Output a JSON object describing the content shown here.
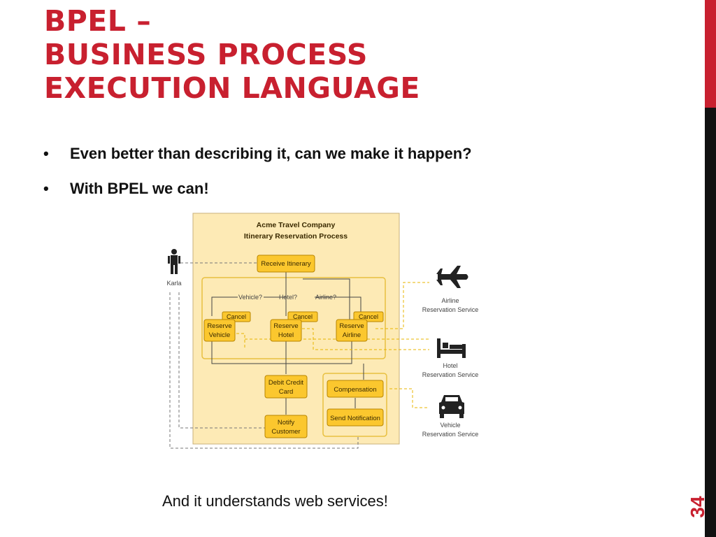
{
  "slide": {
    "title_lines": [
      "BPEL –",
      "BUSINESS PROCESS",
      "EXECUTION LANGUAGE"
    ],
    "bullets": [
      "Even better than describing it, can we make it happen?",
      "With BPEL we can!"
    ],
    "bullet_marker": "•",
    "footer_text": "And it understands web services!",
    "slide_number": "34",
    "colors": {
      "accent": "#c8202f",
      "bar_dark": "#111111",
      "panel": "#fdeab5",
      "box": "#fbc72e"
    }
  },
  "diagram": {
    "title_line1": "Acme Travel Company",
    "title_line2": "Itinerary Reservation Process",
    "actor": {
      "label": "Karla",
      "icon": "person-icon"
    },
    "boxes": {
      "receive": "Receive Itinerary",
      "cancel_vehicle": "Cancel",
      "cancel_hotel": "Cancel",
      "cancel_airline": "Cancel",
      "reserve_vehicle_1": "Reserve",
      "reserve_vehicle_2": "Vehicle",
      "reserve_hotel_1": "Reserve",
      "reserve_hotel_2": "Hotel",
      "reserve_airline_1": "Reserve",
      "reserve_airline_2": "Airline",
      "debit_1": "Debit Credit",
      "debit_2": "Card",
      "notify_1": "Notify",
      "notify_2": "Customer",
      "compensation": "Compensation",
      "send_notification": "Send Notification"
    },
    "conditions": {
      "vehicle": "Vehicle?",
      "hotel": "Hotel?",
      "airline": "Airline?"
    },
    "services": [
      {
        "icon": "airplane-icon",
        "line1": "Airline",
        "line2": "Reservation Service"
      },
      {
        "icon": "bed-icon",
        "line1": "Hotel",
        "line2": "Reservation Service"
      },
      {
        "icon": "car-icon",
        "line1": "Vehicle",
        "line2": "Reservation Service"
      }
    ]
  }
}
